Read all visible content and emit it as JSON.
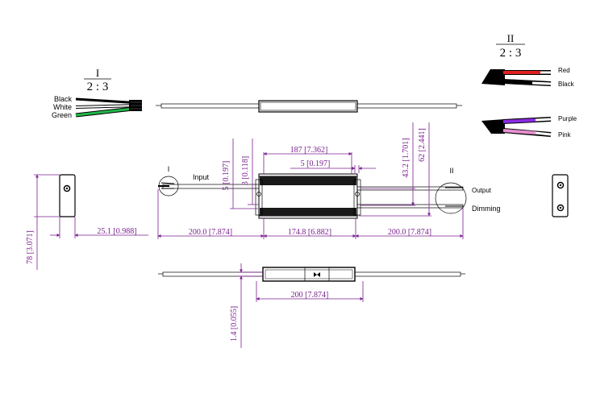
{
  "detail_1": {
    "roman": "I",
    "ratio": "2 : 3",
    "wires": [
      "Black",
      "White",
      "Green"
    ]
  },
  "detail_2": {
    "roman": "II",
    "ratio": "2 : 3",
    "output_wires": [
      "Red",
      "Black"
    ],
    "dimming_wires": [
      "Purple",
      "Pink"
    ]
  },
  "labels": {
    "input": "Input",
    "output": "Output",
    "dimming": "Dimming",
    "callout_1": "I",
    "callout_2": "II"
  },
  "dimensions": {
    "body_length": "187 [7.362]",
    "mount_offset": "5 [0.197]",
    "height_5": "5 [0.197]",
    "height_3": "3 [0.118]",
    "height_43": "43.2 [1.701]",
    "height_62": "62 [2.441]",
    "side_height": "78 [3.071]",
    "side_width": "25.1 [0.988]",
    "input_cable": "200.0 [7.874]",
    "body_center": "174.8 [6.882]",
    "output_cable": "200.0 [7.874]",
    "bottom_length": "200 [7.874]",
    "bottom_thickness": "1.4 [0.055]"
  },
  "colors": {
    "dimension": "#7a1f8f",
    "red_wire": "#e02020",
    "green_wire": "#22b84a",
    "purple_wire": "#8a2be2",
    "pink_wire": "#e78fd0"
  }
}
